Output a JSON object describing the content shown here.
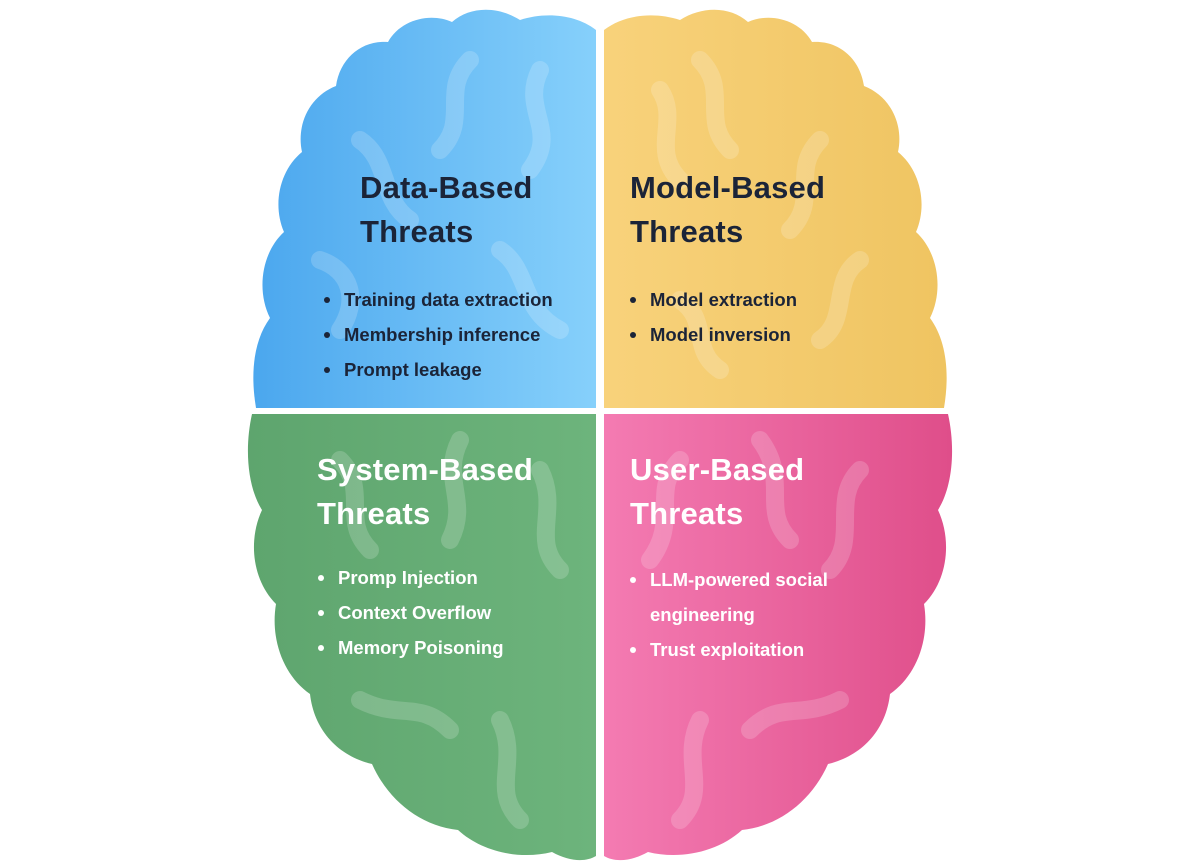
{
  "quadrants": {
    "data": {
      "title_line1": "Data-Based",
      "title_line2": "Threats",
      "items": [
        "Training data extraction",
        "Membership inference",
        "Prompt leakage"
      ],
      "color": "#62B8F4"
    },
    "model": {
      "title_line1": "Model-Based",
      "title_line2": "Threats",
      "items": [
        "Model extraction",
        "Model inversion"
      ],
      "color": "#F5CC6B"
    },
    "system": {
      "title_line1": "System-Based",
      "title_line2": "Threats",
      "items": [
        "Promp Injection",
        "Context Overflow",
        "Memory Poisoning"
      ],
      "color": "#5EA56E"
    },
    "user": {
      "title_line1": "User-Based",
      "title_line2": "Threats",
      "items": [
        "LLM-powered social engineering",
        "Trust exploitation"
      ],
      "color": "#E65A96"
    }
  }
}
